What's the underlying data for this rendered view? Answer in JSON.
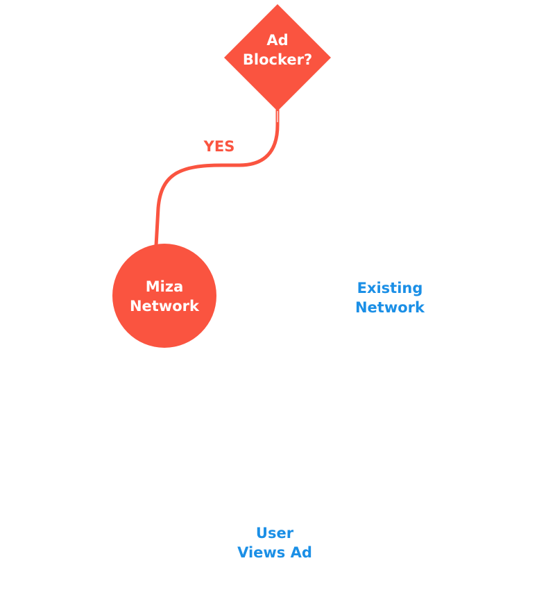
{
  "colors": {
    "accent": "#fa5440",
    "secondary": "#1b8fe6",
    "on_accent": "#ffffff",
    "background": "#ffffff"
  },
  "nodes": {
    "decision": {
      "line1": "Ad",
      "line2": "Blocker?"
    },
    "miza": {
      "line1": "Miza",
      "line2": "Network"
    },
    "existing": {
      "line1": "Existing",
      "line2": "Network"
    },
    "user": {
      "line1": "User",
      "line2": "Views Ad"
    }
  },
  "edges": {
    "yes_label": "YES"
  }
}
